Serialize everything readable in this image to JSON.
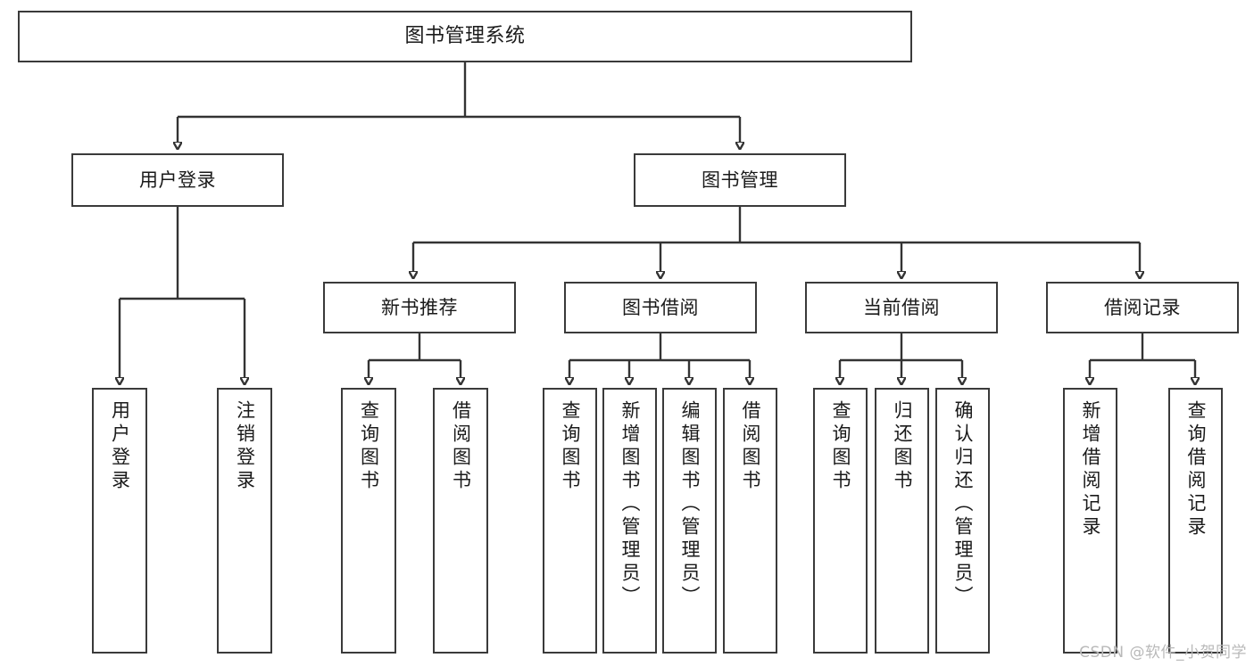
{
  "diagram": {
    "title": "图书管理系统",
    "type": "功能结构图",
    "style": {
      "box_border_color": "#3a3a3a",
      "box_fill_color": "#ffffff",
      "connector_color": "#333333",
      "text_color": "#1a1a1a",
      "background_color": "#ffffff",
      "watermark_color": "#b9b9b9"
    }
  },
  "nodes": {
    "root": {
      "label": "图书管理系统"
    },
    "level2": [
      {
        "label": "用户登录"
      },
      {
        "label": "图书管理"
      }
    ],
    "level3": [
      {
        "label": "新书推荐"
      },
      {
        "label": "图书借阅"
      },
      {
        "label": "当前借阅"
      },
      {
        "label": "借阅记录"
      }
    ],
    "leaves": {
      "user_login": [
        {
          "label": "用户登录"
        },
        {
          "label": "注销登录"
        }
      ],
      "new_book_recommend": [
        {
          "label": "查询图书"
        },
        {
          "label": "借阅图书"
        }
      ],
      "book_borrow": [
        {
          "label": "查询图书"
        },
        {
          "label": "新增图书（管理员）"
        },
        {
          "label": "编辑图书（管理员）"
        },
        {
          "label": "借阅图书"
        }
      ],
      "current_borrow": [
        {
          "label": "查询图书"
        },
        {
          "label": "归还图书"
        },
        {
          "label": "确认归还（管理员）"
        }
      ],
      "borrow_record": [
        {
          "label": "新增借阅记录"
        },
        {
          "label": "查询借阅记录"
        }
      ]
    }
  },
  "watermark": {
    "text": "CSDN @软件_小贺同学"
  }
}
